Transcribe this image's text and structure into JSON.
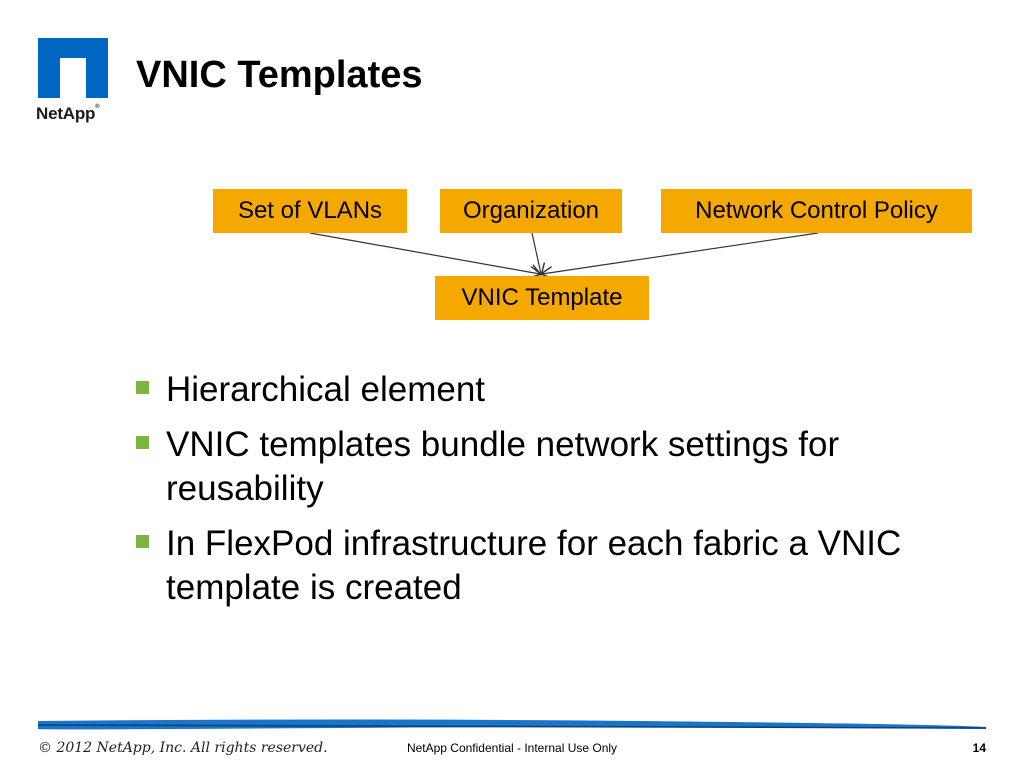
{
  "logo": {
    "text": "NetApp",
    "mark": "®",
    "colors": {
      "brand_blue": "#0067c5"
    }
  },
  "slide": {
    "title": "VNIC Templates"
  },
  "diagram": {
    "sources": [
      {
        "label": "Set of VLANs"
      },
      {
        "label": "Organization"
      },
      {
        "label": "Network Control Policy"
      }
    ],
    "target": {
      "label": "VNIC Template"
    },
    "box_color": "#f5a800"
  },
  "bullets": [
    "Hierarchical element",
    "VNIC templates bundle network settings for reusability",
    "In FlexPod infrastructure for each fabric a VNIC template is created"
  ],
  "footer": {
    "copyright": "© 2012 NetApp, Inc. All rights reserved.",
    "confidential": "NetApp Confidential - Internal Use Only",
    "page_number": "14",
    "bar_color": "#1a75c9"
  }
}
